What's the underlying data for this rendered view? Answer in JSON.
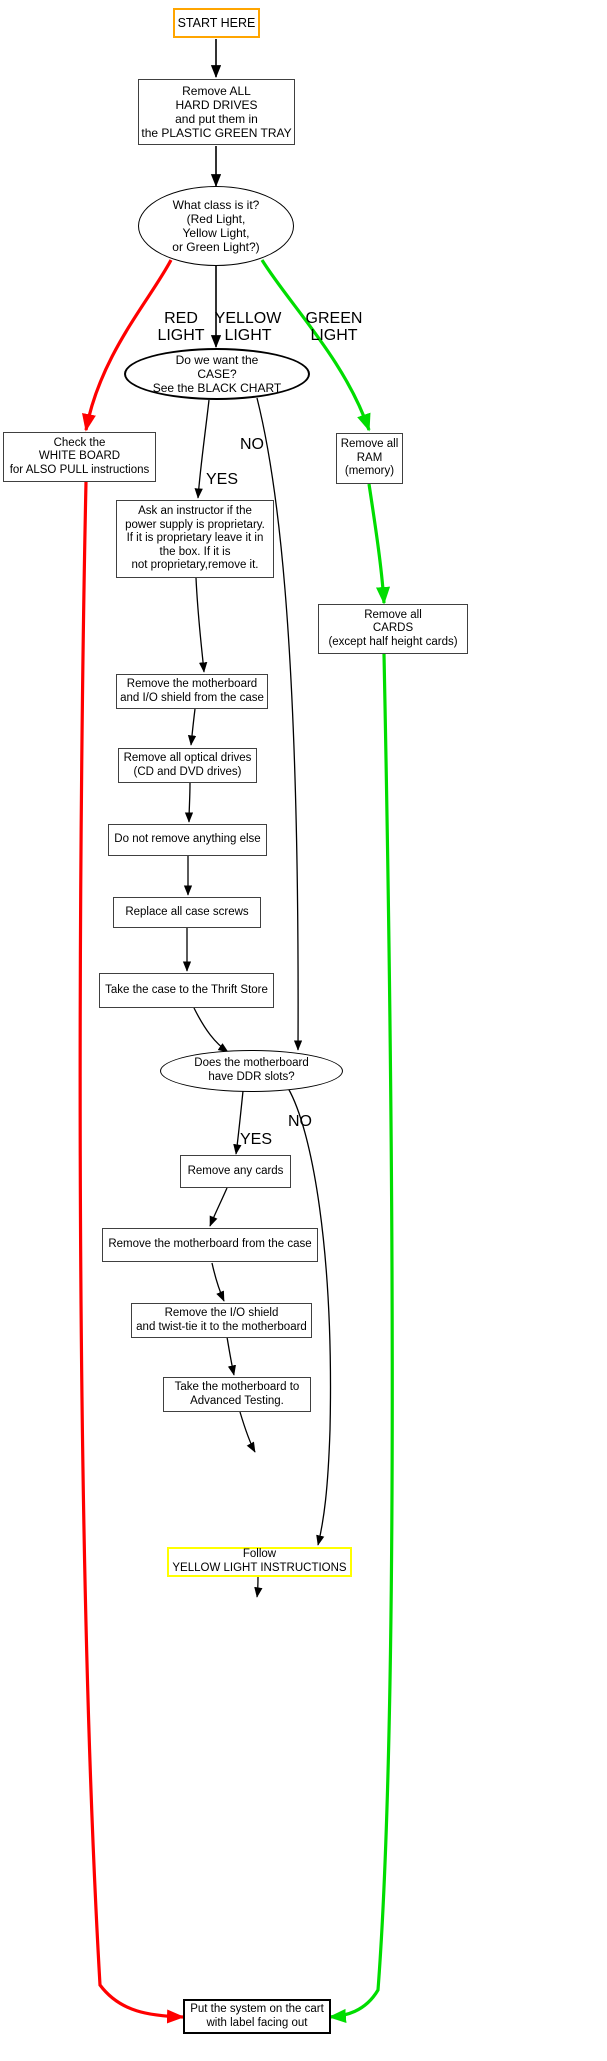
{
  "chart_data": {
    "type": "diagram",
    "title": "Computer Recycling / Teardown Decision Flowchart",
    "nodes": [
      {
        "id": "start",
        "label": "START HERE"
      },
      {
        "id": "hdd",
        "label": "Remove ALL\nHARD DRIVES\nand put them in\nthe PLASTIC GREEN TRAY"
      },
      {
        "id": "class",
        "label": "What class is it?\n(Red Light,\nYellow Light,\nor Green Light?)"
      },
      {
        "id": "case",
        "label": "Do we want the\nCASE?\nSee the BLACK CHART"
      },
      {
        "id": "whiteboard",
        "label": "Check the\nWHITE BOARD\nfor ALSO PULL instructions"
      },
      {
        "id": "ram",
        "label": "Remove all\nRAM\n(memory)"
      },
      {
        "id": "psu",
        "label": "Ask an instructor if the\npower supply is proprietary.\nIf it is proprietary leave it in\nthe box.  If it is\nnot proprietary,remove it."
      },
      {
        "id": "cards",
        "label": "Remove all\nCARDS\n(except half height cards)"
      },
      {
        "id": "mobo_io",
        "label": "Remove the motherboard\nand I/O shield from the case"
      },
      {
        "id": "optical",
        "label": "Remove all optical drives\n(CD and DVD drives)"
      },
      {
        "id": "nothingelse",
        "label": "Do not remove anything else"
      },
      {
        "id": "screws",
        "label": "Replace all case screws"
      },
      {
        "id": "thrift",
        "label": "Take the case to the Thrift Store"
      },
      {
        "id": "ddr",
        "label": "Does the motherboard\nhave DDR slots?"
      },
      {
        "id": "anycards",
        "label": "Remove any cards"
      },
      {
        "id": "mobo_case",
        "label": "Remove the motherboard from the case"
      },
      {
        "id": "ioshield",
        "label": "Remove the I/O shield\nand twist-tie it to the motherboard"
      },
      {
        "id": "advtest",
        "label": "Take the motherboard to\nAdvanced Testing."
      },
      {
        "id": "follow",
        "label": "Follow\nYELLOW LIGHT INSTRUCTIONS"
      },
      {
        "id": "cart",
        "label": "Put the system on the cart\nwith label facing out"
      }
    ],
    "edge_labels": [
      {
        "id": "red-light",
        "label": "RED\nLIGHT"
      },
      {
        "id": "yellow-light",
        "label": "YELLOW\nLIGHT"
      },
      {
        "id": "green-light",
        "label": "GREEN\nLIGHT"
      },
      {
        "id": "case-no",
        "label": "NO"
      },
      {
        "id": "case-yes",
        "label": "YES"
      },
      {
        "id": "ddr-no",
        "label": "NO"
      },
      {
        "id": "ddr-yes",
        "label": "YES"
      }
    ],
    "edges": [
      {
        "from": "start",
        "to": "hdd",
        "color": "#000000",
        "label": ""
      },
      {
        "from": "hdd",
        "to": "class",
        "color": "#000000",
        "label": ""
      },
      {
        "from": "class",
        "to": "whiteboard",
        "color": "#FF0000",
        "label": "RED LIGHT"
      },
      {
        "from": "class",
        "to": "case",
        "color": "#000000",
        "label": "YELLOW LIGHT"
      },
      {
        "from": "class",
        "to": "ram",
        "color": "#00DD00",
        "label": "GREEN LIGHT"
      },
      {
        "from": "case",
        "to": "psu",
        "color": "#000000",
        "label": "YES"
      },
      {
        "from": "case",
        "to": "ddr",
        "color": "#000000",
        "label": "NO"
      },
      {
        "from": "whiteboard",
        "to": "cart",
        "color": "#FF0000",
        "label": ""
      },
      {
        "from": "ram",
        "to": "cards",
        "color": "#00DD00",
        "label": ""
      },
      {
        "from": "cards",
        "to": "cart",
        "color": "#00DD00",
        "label": ""
      },
      {
        "from": "psu",
        "to": "mobo_io",
        "color": "#000000",
        "label": ""
      },
      {
        "from": "mobo_io",
        "to": "optical",
        "color": "#000000",
        "label": ""
      },
      {
        "from": "optical",
        "to": "nothingelse",
        "color": "#000000",
        "label": ""
      },
      {
        "from": "nothingelse",
        "to": "screws",
        "color": "#000000",
        "label": ""
      },
      {
        "from": "screws",
        "to": "thrift",
        "color": "#000000",
        "label": ""
      },
      {
        "from": "thrift",
        "to": "ddr",
        "color": "#000000",
        "label": ""
      },
      {
        "from": "ddr",
        "to": "anycards",
        "color": "#000000",
        "label": "YES"
      },
      {
        "from": "ddr",
        "to": "follow",
        "color": "#000000",
        "label": "NO"
      },
      {
        "from": "anycards",
        "to": "mobo_case",
        "color": "#000000",
        "label": ""
      },
      {
        "from": "mobo_case",
        "to": "ioshield",
        "color": "#000000",
        "label": ""
      },
      {
        "from": "ioshield",
        "to": "advtest",
        "color": "#000000",
        "label": ""
      },
      {
        "from": "advtest",
        "to": "follow",
        "color": "#000000",
        "label": ""
      },
      {
        "from": "follow",
        "to": "cart",
        "color": "#000000",
        "label": ""
      }
    ],
    "colors": {
      "red_path": "#FF0000",
      "green_path": "#00DD00",
      "black_path": "#000000",
      "start_border": "#FFA500",
      "yellow_border": "#FFFF00",
      "box_border": "#404040",
      "background": "#FFFFFF"
    }
  }
}
